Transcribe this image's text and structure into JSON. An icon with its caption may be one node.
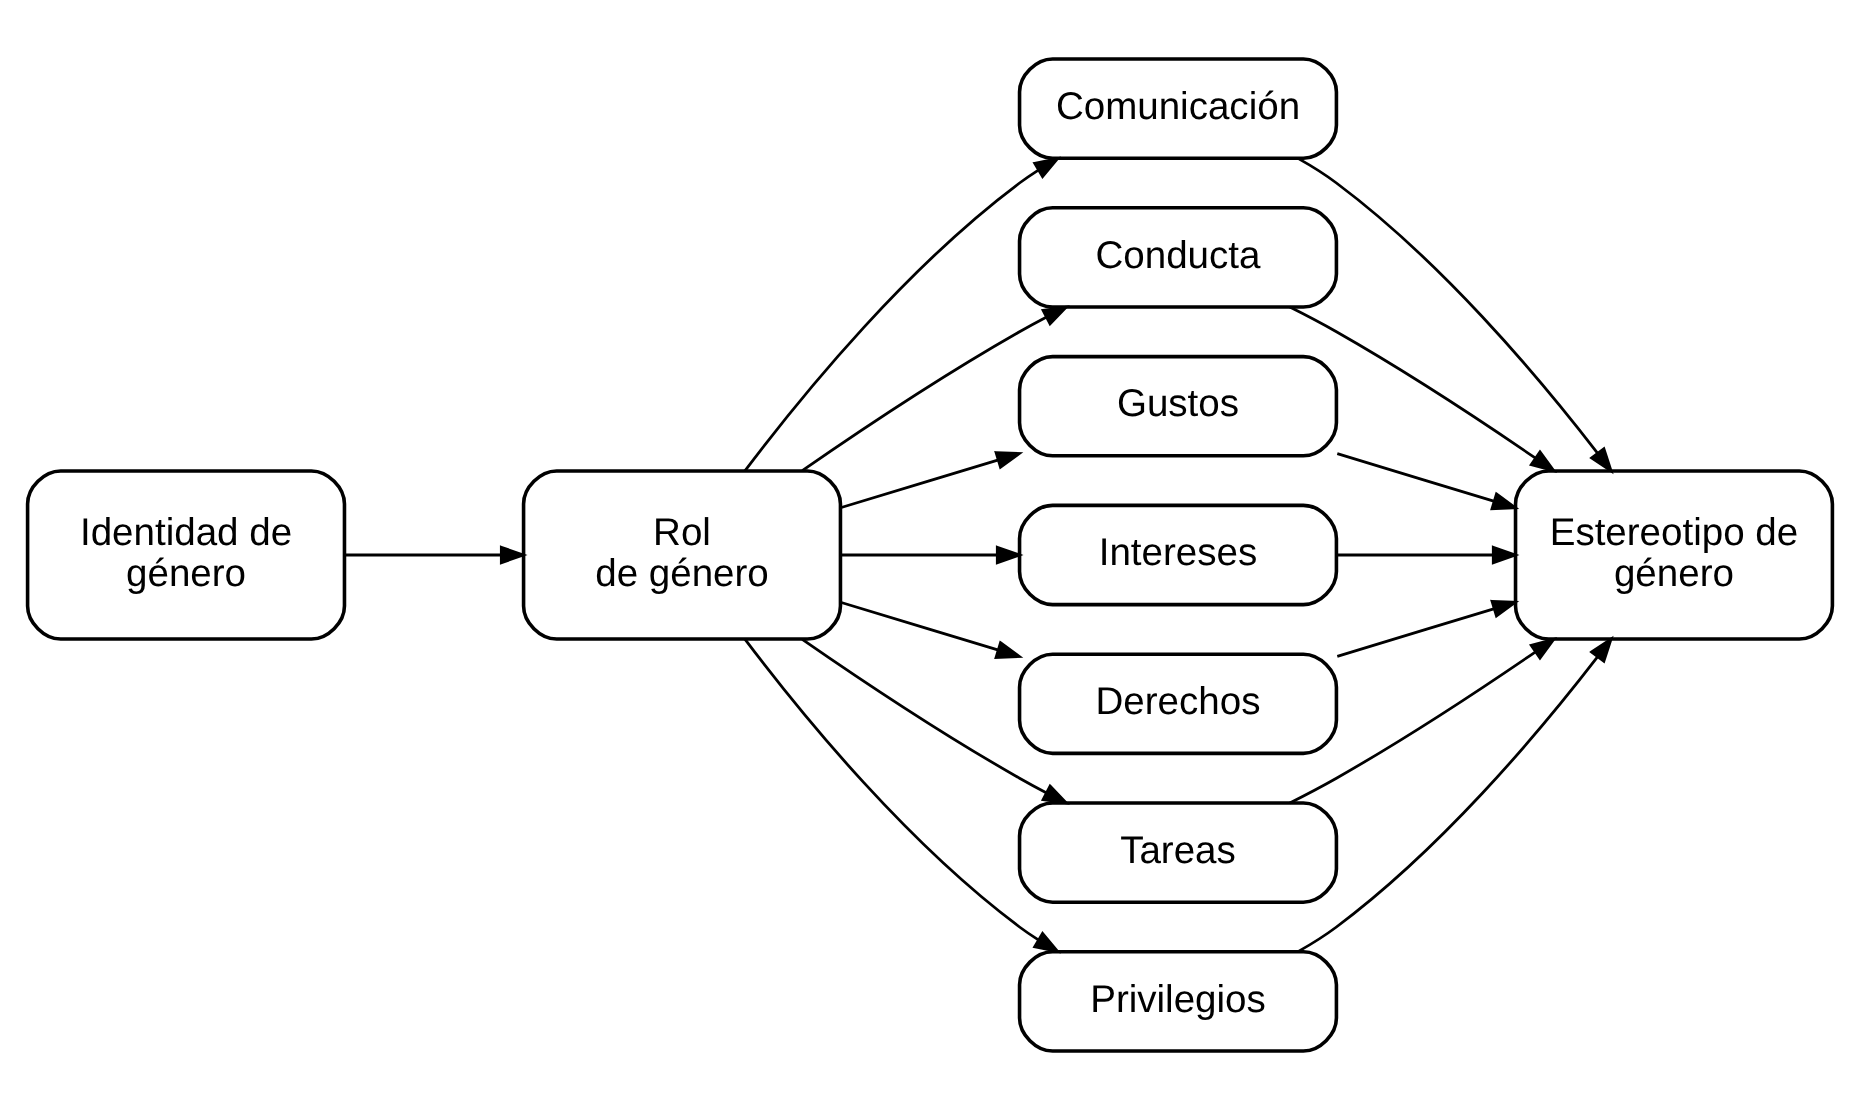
{
  "diagram": {
    "nodes": [
      {
        "text": [
          "Identidad de género"
        ]
      },
      {
        "text": [
          "Rol de género"
        ]
      },
      {
        "text": [
          "Comunicación"
        ]
      },
      {
        "text": [
          "Conducta"
        ]
      },
      {
        "text": [
          "Gustos"
        ]
      },
      {
        "text": [
          "Intereses"
        ]
      },
      {
        "text": [
          "Derechos"
        ]
      },
      {
        "text": [
          "Tareas"
        ]
      },
      {
        "text": [
          "Privilegios"
        ]
      },
      {
        "text": [
          "Estereotipo de género"
        ]
      }
    ],
    "edges": [
      {
        "from": 0,
        "to": 1,
        "arrow": "to"
      },
      {
        "from": 1,
        "to": 2,
        "arrow": "to"
      },
      {
        "from": 1,
        "to": 3,
        "arrow": "to"
      },
      {
        "from": 1,
        "to": 4,
        "arrow": "to"
      },
      {
        "from": 1,
        "to": 5,
        "arrow": "to"
      },
      {
        "from": 1,
        "to": 6,
        "arrow": "to"
      },
      {
        "from": 1,
        "to": 7,
        "arrow": "to"
      },
      {
        "from": 1,
        "to": 8,
        "arrow": "to"
      },
      {
        "from": 2,
        "to": 9,
        "arrow": "to"
      },
      {
        "from": 3,
        "to": 9,
        "arrow": "to"
      },
      {
        "from": 4,
        "to": 9,
        "arrow": "to"
      },
      {
        "from": 5,
        "to": 9,
        "arrow": "to"
      },
      {
        "from": 6,
        "to": 9,
        "arrow": "to"
      },
      {
        "from": 7,
        "to": 9,
        "arrow": "to"
      },
      {
        "from": 8,
        "to": 9,
        "arrow": "to"
      }
    ]
  }
}
